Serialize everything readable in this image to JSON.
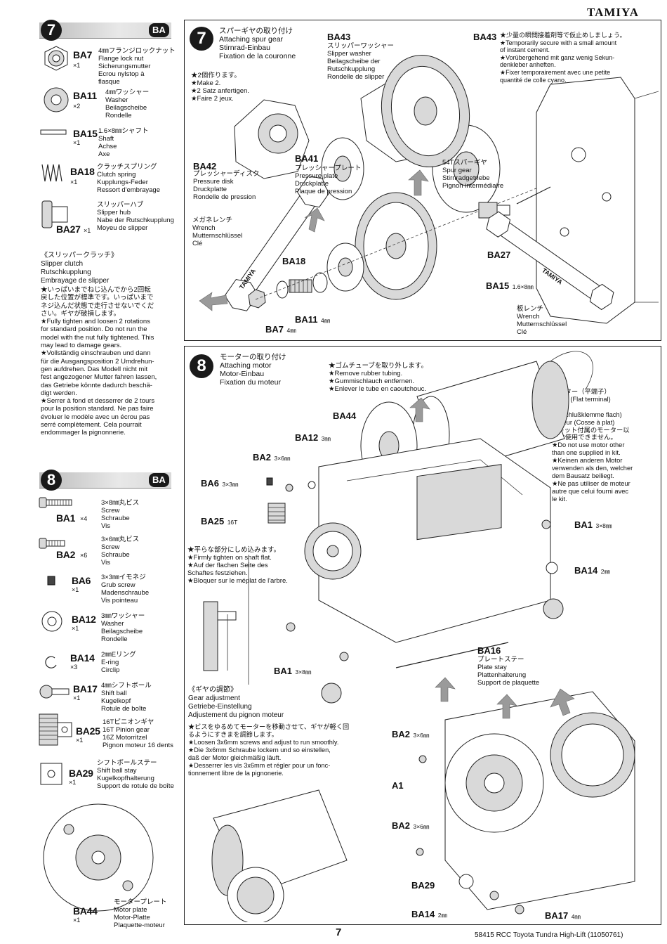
{
  "brand": "TAMIYA",
  "page_number": "7",
  "footer": "58415 RCC Toyota Tundra High-Lift (11050761)",
  "sidebar7": {
    "step": "7",
    "bag": "BA",
    "parts": [
      {
        "code": "BA7",
        "qty": "×1",
        "desc": "4㎜フランジロックナット\nFlange lock nut\nSicherungsmutter\nEcrou nylstop à\nflasque",
        "icon": "flange-nut-icon"
      },
      {
        "code": "BA11",
        "qty": "×2",
        "desc": "4㎜ワッシャー\nWasher\nBeilagscheibe\nRondelle",
        "icon": "washer-icon"
      },
      {
        "code": "BA15",
        "qty": "×1",
        "desc": "1.6×8㎜シャフト\nShaft\nAchse\nAxe",
        "icon": "shaft-icon"
      },
      {
        "code": "BA18",
        "qty": "×1",
        "desc": "クラッチスプリング\nClutch spring\nKupplungs-Feder\nRessort d'embrayage",
        "icon": "spring-icon"
      },
      {
        "code": "BA27",
        "qty": "×1",
        "desc": "スリッパーハブ\nSlipper hub\nNabe der Rutschkupplung\nMoyeu de slipper",
        "icon": "slipper-hub-icon"
      }
    ],
    "note_title": "《スリッパークラッチ》\nSlipper clutch\nRutschkupplung\nEmbrayage de slipper",
    "note_body": "★いっぱいまでねじ込んでから2回転\n戻した位置が標準です。いっぱいまで\nネジ込んだ状態で走行させないでくだ\nさい。ギヤが破損します。\n★Fully tighten and loosen 2 rotations\nfor standard position. Do not run the\nmodel with the nut fully tightened. This\nmay lead to damage gears.\n★Vollständig einschrauben und dann\nfür die Ausgangsposition 2 Umdrehun-\ngen aufdrehen. Das Modell nicht mit\nfest angezogener Mutter fahren lassen,\ndas Getriebe könnte dadurch beschä-\ndigt werden.\n★Serrer à fond et desserrer de 2 tours\npour la position standard. Ne pas faire\névoluer le modèle avec un écrou pas\nserré complètement. Cela pourrait\nendommager la pignonnerie."
  },
  "sidebar8": {
    "step": "8",
    "bag": "BA",
    "parts": [
      {
        "code": "BA1",
        "qty": "×4",
        "desc": "3×8㎜丸ビス\nScrew\nSchraube\nVis",
        "icon": "screw-icon"
      },
      {
        "code": "BA2",
        "qty": "×6",
        "desc": "3×6㎜丸ビス\nScrew\nSchraube\nVis",
        "icon": "screw-icon"
      },
      {
        "code": "BA6",
        "qty": "×1",
        "desc": "3×3㎜イモネジ\nGrub screw\nMadenschraube\nVis pointeau",
        "icon": "grub-screw-icon"
      },
      {
        "code": "BA12",
        "qty": "×1",
        "desc": "3㎜ワッシャー\nWasher\nBeilagscheibe\nRondelle",
        "icon": "washer-icon"
      },
      {
        "code": "BA14",
        "qty": "×3",
        "desc": "2㎜Eリング\nE-ring\nCirclip",
        "icon": "e-ring-icon"
      },
      {
        "code": "BA17",
        "qty": "×1",
        "desc": "4㎜シフトボール\nShift ball\nKugelkopf\nRotule de boîte",
        "icon": "shift-ball-icon"
      },
      {
        "code": "BA25",
        "qty": "×1",
        "desc": "16Tピニオンギヤ\n16T Pinion gear\n16Z Motorritzel\nPignon moteur 16 dents",
        "icon": "pinion-gear-icon"
      },
      {
        "code": "BA29",
        "qty": "×1",
        "desc": "シフトボールステー\nShift ball stay\nKugelkopfhalterung\nSupport de rotule de boîte",
        "icon": "ball-stay-icon"
      },
      {
        "code": "BA44",
        "qty": "×1",
        "desc": "モータープレート\nMotor plate\nMotor-Platte\nPlaquette-moteur",
        "icon": "motor-plate-icon"
      }
    ]
  },
  "step7": {
    "num": "7",
    "title": "スパーギヤの取り付け\nAttaching spur gear\nStirnrad-Einbau\nFixation de la couronne",
    "make2": "★2個作ります。\n★Make 2.\n★2 Satz anfertigen.\n★Faire 2 jeux.",
    "ba43_label": "BA43",
    "ba43_desc": "スリッパーワッシャー\nSlipper washer\nBeilagscheibe der\nRutschkupplung\nRondelle de slipper",
    "ba43_label2": "BA43",
    "cement": "★少量の瞬間接着剤等で仮止めしましょう。\n★Temporarily secure with a small amount\nof instant cement.\n★Vorübergehend mit ganz wenig Sekun-\ndenkleber anheften.\n★Fixer temporairement avec une petite\nquantité de colle cyano.",
    "ba42_label": "BA42",
    "ba42_desc": "プレッシャーディスク\nPressure disk\nDruckplatte\nRondelle de pression",
    "ba41_label": "BA41",
    "ba41_desc": "プレッシャープレート\nPressure plate\nDruckplatte\nPlaque de pression",
    "spur_desc": "54Tスパーギヤ\nSpur gear\nStirnradgetriebe\nPignon intermédiaire",
    "wrench_desc": "メガネレンチ\nWrench\nMutternschlüssel\nClé",
    "wrench_text": "TAMIYA",
    "ba18_label": "BA18",
    "ba27_label": "BA27",
    "ba15_label": "BA15",
    "ba15_size": "1.6×8㎜",
    "ba11_label": "BA11",
    "ba11_size": "4㎜",
    "ba7_label": "BA7",
    "ba7_size": "4㎜",
    "box_wrench_desc": "板レンチ\nWrench\nMutternschlüssel\nClé",
    "box_wrench_text": "TAMIYA"
  },
  "step8": {
    "num": "8",
    "title": "モーターの取り付け\nAttaching motor\nMotor-Einbau\nFixation du moteur",
    "tube_note": "★ゴムチューブを取り外します。\n★Remove rubber tubing.\n★Gummischlauch entfernen.\n★Enlever le tube en caoutchouc.",
    "motor_note": "モーター（平端子）\nMotor (Flat terminal)\nMotor\n(Anschlußklemme flach)\nMoteur (Cosse à plat)\n★キット付属のモーター以\n外は使用できません。\n★Do not use motor other\nthan one supplied in kit.\n★Keinen anderen Motor\nverwenden als den, welcher\ndem Bausatz beiliegt.\n★Ne pas utiliser de moteur\nautre que celui fourni avec\nle kit.",
    "ba44": "BA44",
    "ba12": "BA12",
    "ba12_size": "3㎜",
    "ba2a": "BA2",
    "ba2a_size": "3×6㎜",
    "ba6": "BA6",
    "ba6_size": "3×3㎜",
    "ba25": "BA25",
    "ba25_t": "16T",
    "ba1a": "BA1",
    "ba1a_size": "3×8㎜",
    "ba14a": "BA14",
    "ba14a_size": "2㎜",
    "flat_note": "★平らな部分にしめ込みます。\n★Firmly tighten on shaft flat.\n★Auf der flachen Seite des\nSchaftes festziehen.\n★Bloquer sur le méplat de l'arbre.",
    "ba16": "BA16",
    "ba16_desc": "プレートステー\nPlate stay\nPlattenhalterung\nSupport de plaquette",
    "ba1b": "BA1",
    "ba1b_size": "3×8㎜",
    "gear_adj_title": "《ギヤの調節》\nGear adjustment\nGetriebe-Einstellung\nAdjustement du pignon moteur",
    "gear_adj_body": "★ビスをゆるめてモーターを移動させて、ギヤが軽く回\nるようにすきまを調節します。\n★Loosen 3x6mm screws and adjust to run smoothly.\n★Die 3x6mm Schraube lockern und so einstellen,\ndaß der Motor gleichmäßig läuft.\n★Desserrer les vis 3x6mm et régler pour un fonc-\ntionnement libre de la pignonerie.",
    "ba2b": "BA2",
    "ba2b_size": "3×6㎜",
    "a1": "A1",
    "ba2c": "BA2",
    "ba2c_size": "3×6㎜",
    "ba29": "BA29",
    "ba14b": "BA14",
    "ba14b_size": "2㎜",
    "ba17": "BA17",
    "ba17_size": "4㎜"
  }
}
